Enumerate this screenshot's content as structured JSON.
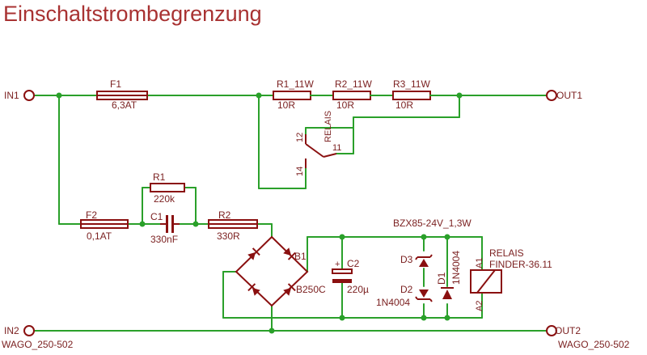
{
  "title": "Einschaltstrombegrenzung",
  "connectors": {
    "in1": "IN1",
    "out1": "OUT1",
    "in2": "IN2",
    "out2": "OUT2",
    "in2_type": "WAGO_250-502",
    "out2_type": "WAGO_250-502"
  },
  "parts": {
    "f1": {
      "name": "F1",
      "value": "6,3AT"
    },
    "f2": {
      "name": "F2",
      "value": "0,1AT"
    },
    "r1_11w": {
      "name": "R1_11W",
      "value": "10R"
    },
    "r2_11w": {
      "name": "R2_11W",
      "value": "10R"
    },
    "r3_11w": {
      "name": "R3_11W",
      "value": "10R"
    },
    "relay_contact": {
      "name": "RELAIS",
      "pin12": "12",
      "pin11": "11",
      "pin14": "14"
    },
    "r1": {
      "name": "R1",
      "value": "220k"
    },
    "c1": {
      "name": "C1",
      "value": "330nF"
    },
    "r2": {
      "name": "R2",
      "value": "330R"
    },
    "b1": {
      "name": "B1",
      "value": "B250C"
    },
    "c2": {
      "name": "C2",
      "value": "220µ"
    },
    "d3": {
      "name": "D3"
    },
    "d2": {
      "name": "D2",
      "value": "1N4004"
    },
    "d1": {
      "name": "D1",
      "value": "1N4004"
    },
    "zener_label": "BZX85-24V_1,3W",
    "relay_coil": {
      "name": "RELAIS",
      "value": "FINDER-36.11",
      "pin_a1": "A1",
      "pin_a2": "A2"
    }
  },
  "colors": {
    "wire": "#2aa02a",
    "component": "#8a1010",
    "text": "#7a1f1f",
    "title": "#a83232"
  }
}
